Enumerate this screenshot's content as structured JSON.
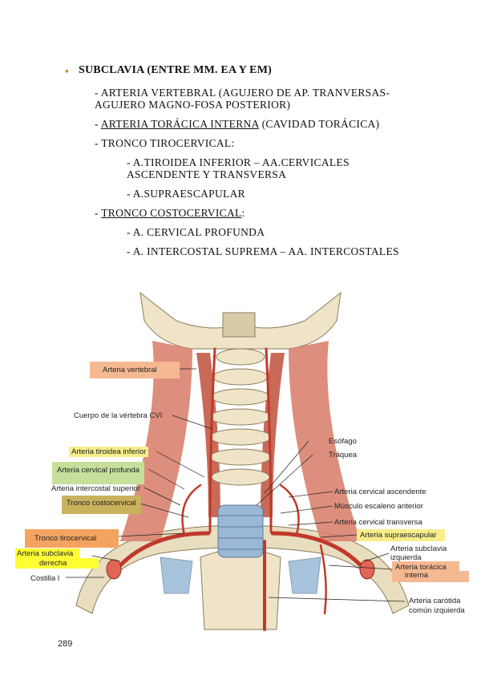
{
  "heading": "SUBCLAVIA (ENTRE MM. EA Y EM)",
  "lines": {
    "vertebral_1": "- ARTERIA VERTEBRAL (AGUJERO DE AP. TRANVERSAS-",
    "vertebral_2": "AGUJERO MAGNO-FOSA POSTERIOR)",
    "toracica_dash": "- ",
    "toracica_u": "ARTERIA TORÁCICA INTERNA",
    "toracica_rest": " (CAVIDAD TORÁCICA)",
    "tirocervical": "- TRONCO TIROCERVICAL:",
    "tiroidea_1": "- A.TIROIDEA INFERIOR – AA.CERVICALES",
    "tiroidea_2": "ASCENDENTE Y TRANSVERSA",
    "supraescapular": "- A.SUPRAESCAPULAR",
    "costo_dash": "- ",
    "costo_u": "TRONCO COSTOCERVICAL",
    "costo_rest": ":",
    "cervical_profunda": "- A. CERVICAL PROFUNDA",
    "intercostal": "- A. INTERCOSTAL SUPREMA – AA. INTERCOSTALES"
  },
  "figure_labels": {
    "arteria_vertebral": "Arteria vertebral",
    "cuerpo_vertebra": "Cuerpo de la vértebra CVI",
    "tiroidea_inferior": "Arteria tiroidea inferior",
    "cervical_profunda": "Arteria cervical profunda",
    "intercostal_superior": "Arteria intercostal superior",
    "tronco_costocervical": "Tronco costocervical",
    "tronco_tirocervical": "Tronco tirocervical",
    "subclavia_derecha_1": "Arteria subclavia",
    "subclavia_derecha_2": "derecha",
    "costilla": "Costilla I",
    "esofago": "Esófago",
    "traquea": "Tráquea",
    "cervical_ascendente": "Arteria cervical ascendente",
    "escaleno_anterior": "Músculo escaleno anterior",
    "cervical_transversa": "Arteria cervical transversa",
    "supraescapular": "Arteria supraescapular",
    "subclavia_izquierda_1": "Arteria subclavia",
    "subclavia_izquierda_2": "izquierda",
    "toracica_interna_1": "Arteria torácica",
    "toracica_interna_2": "interna",
    "carotida_1": "Arteria carótida",
    "carotida_2": "común izquierda"
  },
  "colors": {
    "salmon": "#f5b992",
    "yellow": "#f7ee8a",
    "green": "#c6df9a",
    "olive": "#c9b25e",
    "orange": "#f4a460",
    "bright_yellow": "#ffff33"
  },
  "page_number": "289"
}
